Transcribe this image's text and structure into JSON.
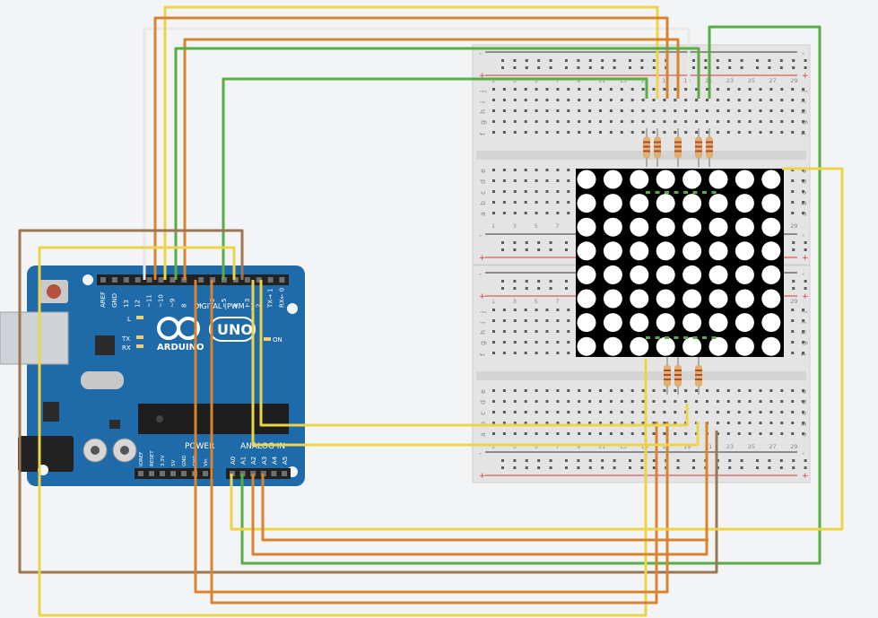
{
  "arduino": {
    "brand": "ARDUINO",
    "model": "UNO",
    "digital_header": "DIGITAL (PWM~)",
    "power_header": "POWER",
    "analog_header": "ANALOG IN",
    "on_label": "ON",
    "l_label": "L",
    "tx_label": "TX",
    "rx_label": "RX",
    "digital_pins": [
      "AREF",
      "GND",
      "13",
      "12",
      "~11",
      "~10",
      "~9",
      "8",
      "7",
      "~6",
      "~5",
      "4",
      "~3",
      "2",
      "TX→ 1",
      "RX← 0"
    ],
    "power_pins": [
      "IOREF",
      "RESET",
      "3.3V",
      "5V",
      "GND",
      "GND",
      "Vin"
    ],
    "analog_pins": [
      "A0",
      "A1",
      "A2",
      "A3",
      "A4",
      "A5"
    ]
  },
  "breadboard": {
    "row_letters_top": [
      "j",
      "i",
      "h",
      "g",
      "f"
    ],
    "row_letters_bottom": [
      "e",
      "d",
      "c",
      "b",
      "a"
    ],
    "column_numbers": [
      "1",
      "3",
      "5",
      "7",
      "9",
      "11",
      "13",
      "15",
      "17",
      "19",
      "21",
      "23",
      "25",
      "27",
      "29"
    ],
    "rail_plus": "+",
    "rail_minus": "-"
  },
  "colors": {
    "board": "#1f6aa8",
    "board_dark": "#164f80",
    "wire_yellow": "#ecd449",
    "wire_orange": "#d8832e",
    "wire_green": "#5aac45",
    "wire_brown": "#9b7651",
    "wire_white": "#e8e8e8",
    "breadboard": "#e4e4e4",
    "matrix_bg": "#000000",
    "matrix_led": "#ffffff",
    "rail_red": "#d23b3b",
    "rail_black": "#333333"
  },
  "matrix": {
    "rows": 8,
    "cols": 8
  }
}
